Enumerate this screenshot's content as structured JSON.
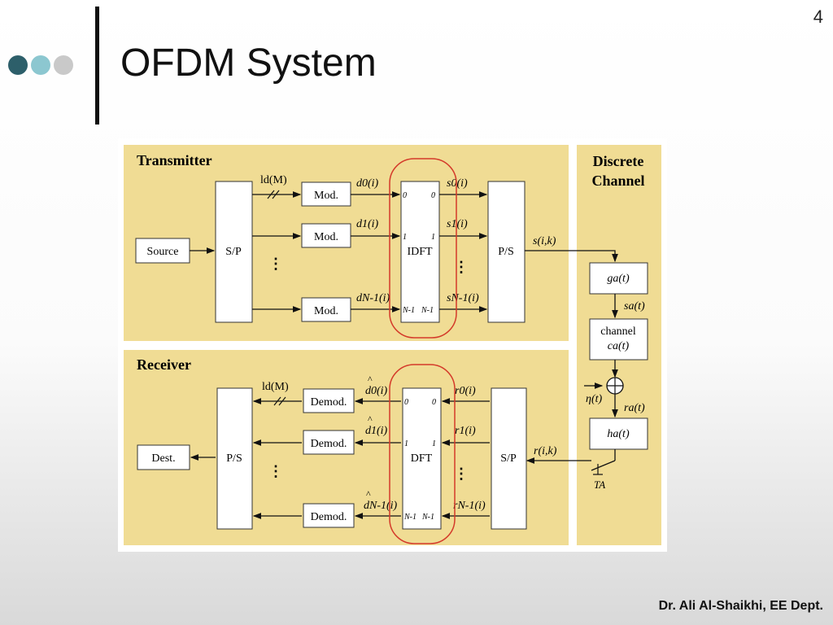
{
  "page_number": "4",
  "title": "OFDM System",
  "footer": "Dr. Ali Al-Shaikhi, EE Dept.",
  "colors": {
    "panel": "#f0dc94",
    "dot1": "#2d5f6a",
    "dot2": "#8cc7d0",
    "dot3": "#c9c9c9",
    "circle": "#d43a2a"
  },
  "diagram": {
    "transmitter": {
      "heading": "Transmitter",
      "source": "Source",
      "sp": "S/P",
      "ld_label": "ld(M)",
      "mod": "Mod.",
      "d0": "d0(i)",
      "d1": "d1(i)",
      "dN": "dN-1(i)",
      "idft": "IDFT",
      "port0": "0",
      "port1": "1",
      "portN": "N-1",
      "s0": "s0(i)",
      "s1": "s1(i)",
      "sN": "sN-1(i)",
      "ps": "P/S",
      "sik": "s(i,k)"
    },
    "channel": {
      "heading1": "Discrete",
      "heading2": "Channel",
      "ga": "ga(t)",
      "sa": "sa(t)",
      "ch1": "channel",
      "ch2": "ca(t)",
      "eta": "η(t)",
      "ra": "ra(t)",
      "ha": "ha(t)",
      "ta": "TA"
    },
    "receiver": {
      "heading": "Receiver",
      "dest": "Dest.",
      "ps": "P/S",
      "ld_label": "ld(M)",
      "demod": "Demod.",
      "d0": "d0(i)",
      "d1": "d1(i)",
      "dN": "dN-1(i)",
      "dft": "DFT",
      "port0": "0",
      "port1": "1",
      "portN": "N-1",
      "r0": "r0(i)",
      "r1": "r1(i)",
      "rN": "rN-1(i)",
      "sp": "S/P",
      "rik": "r(i,k)"
    }
  }
}
